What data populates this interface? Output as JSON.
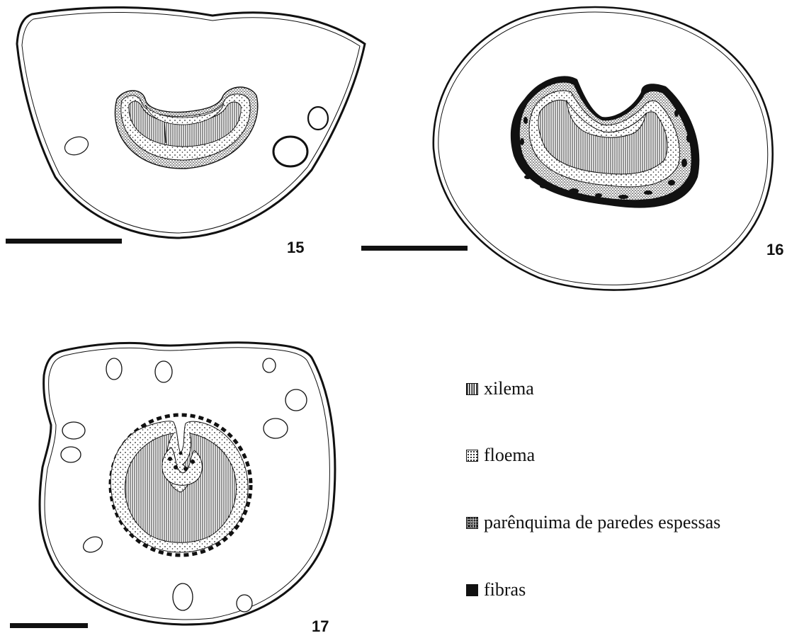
{
  "figures": [
    {
      "number": "15"
    },
    {
      "number": "16"
    },
    {
      "number": "17"
    }
  ],
  "legend": [
    {
      "swatch": "xylem-hatch",
      "label": "xilema"
    },
    {
      "swatch": "phloem-dots",
      "label": "floema"
    },
    {
      "swatch": "dense-stipple",
      "label": "parênquima de paredes espessas"
    },
    {
      "swatch": "solid-black",
      "label": "fibras"
    }
  ]
}
